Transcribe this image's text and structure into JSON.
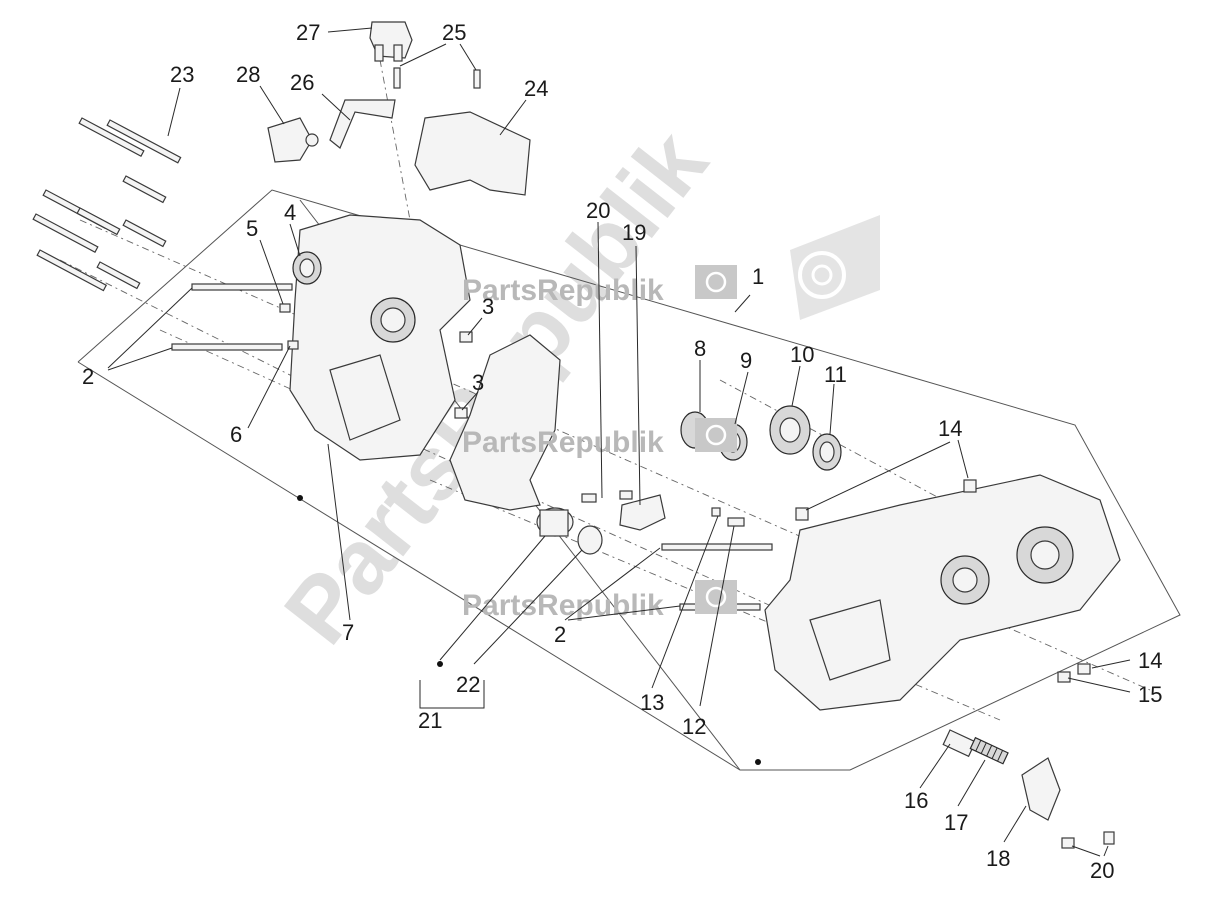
{
  "watermark": {
    "brand_text": "PartsRepublik",
    "big_text": "PartsRepublik",
    "color": "#c8c8c8"
  },
  "callouts": {
    "n1": "1",
    "n2a": "2",
    "n2b": "2",
    "n3a": "3",
    "n3b": "3",
    "n4": "4",
    "n5": "5",
    "n6": "6",
    "n7": "7",
    "n8": "8",
    "n9": "9",
    "n10": "10",
    "n11": "11",
    "n12": "12",
    "n13": "13",
    "n14a": "14",
    "n14b": "14",
    "n15": "15",
    "n16": "16",
    "n17": "17",
    "n18": "18",
    "n19": "19",
    "n20a": "20",
    "n20b": "20",
    "n21": "21",
    "n22": "22",
    "n23": "23",
    "n24": "24",
    "n25": "25",
    "n26": "26",
    "n27": "27",
    "n28": "28"
  }
}
